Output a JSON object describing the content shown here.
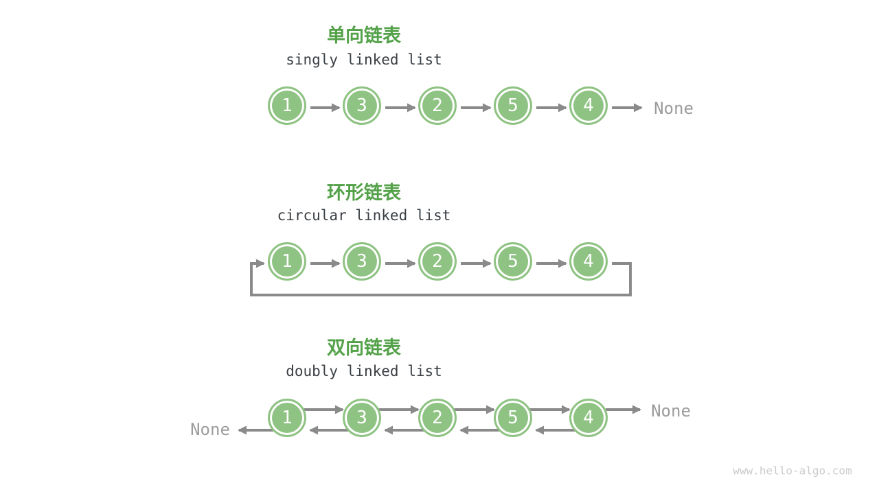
{
  "page": {
    "watermark": "www.hello-algo.com"
  },
  "colors": {
    "node_fill_green": "#8FC383",
    "node_ring_white": "#FFFFFF",
    "title_green": "#53A148",
    "subtitle_dark": "#3A3F44",
    "arrow_gray": "#8A8A8A",
    "none_label_gray": "#9C9C9C",
    "watermark_gray": "#CBCBCB",
    "background": "#FFFFFF"
  },
  "sections": [
    {
      "title": "单向链表",
      "subtitle": "singly linked list",
      "nodes": [
        "1",
        "3",
        "2",
        "5",
        "4"
      ],
      "tail_label": "None"
    },
    {
      "title": "环形链表",
      "subtitle": "circular linked list",
      "nodes": [
        "1",
        "3",
        "2",
        "5",
        "4"
      ]
    },
    {
      "title": "双向链表",
      "subtitle": "doubly linked list",
      "nodes": [
        "1",
        "3",
        "2",
        "5",
        "4"
      ],
      "head_label": "None",
      "tail_label": "None"
    }
  ]
}
